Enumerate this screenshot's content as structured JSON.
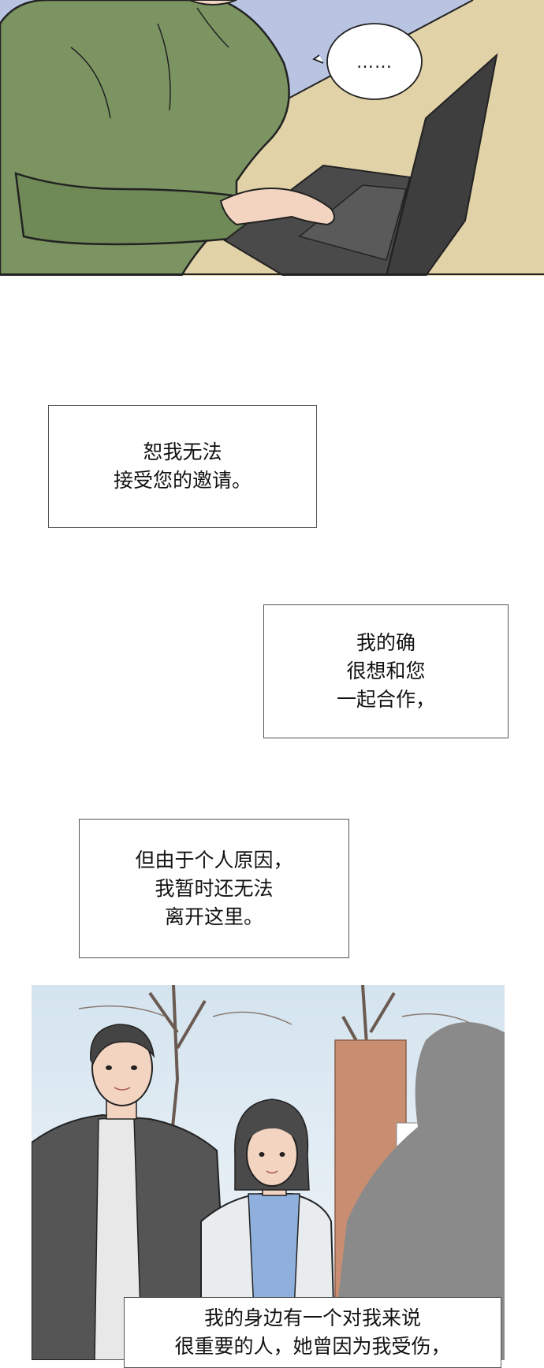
{
  "panel_top": {
    "speech_bubble": "……"
  },
  "captions": [
    {
      "lines": [
        "恕我无法",
        "接受您的邀请。"
      ]
    },
    {
      "lines": [
        "我的确",
        "很想和您",
        "一起合作，"
      ]
    },
    {
      "lines": [
        "但由于个人原因，",
        "我暂时还无法",
        "离开这里。"
      ]
    }
  ],
  "panel_bottom": {
    "caption_lines": [
      "我的身边有一个对我来说",
      "很重要的人，她曾因为我受伤，"
    ]
  },
  "colors": {
    "sweater": "#7b9461",
    "desk": "#e2d2a8",
    "wall": "#b8c4e2",
    "laptop": "#4a4a4a",
    "sky": "#dce9f2",
    "coat_dark": "#555555",
    "coat_light": "#e8ecef",
    "shirt_blue": "#8fb0dd",
    "silhouette": "#8a8a8a",
    "building": "#c98e72"
  }
}
